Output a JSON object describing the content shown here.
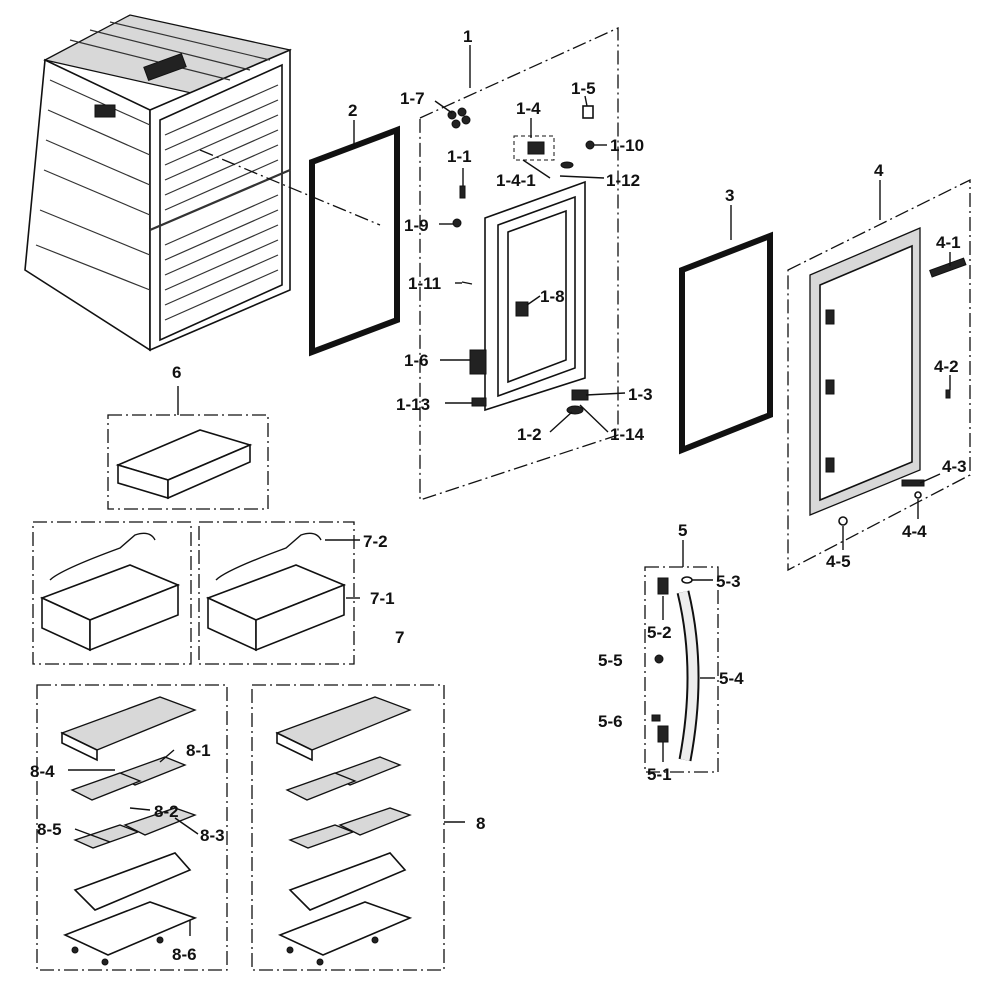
{
  "labels": {
    "l1": "1",
    "l1_7": "1-7",
    "l1_4": "1-4",
    "l1_5": "1-5",
    "l1_10": "1-10",
    "l1_1": "1-1",
    "l1_4_1": "1-4-1",
    "l1_12": "1-12",
    "l1_9": "1-9",
    "l1_11": "1-11",
    "l1_8": "1-8",
    "l1_6": "1-6",
    "l1_3": "1-3",
    "l1_13": "1-13",
    "l1_2": "1-2",
    "l1_14": "1-14",
    "l2": "2",
    "l3": "3",
    "l4": "4",
    "l4_1": "4-1",
    "l4_2": "4-2",
    "l4_3": "4-3",
    "l4_4": "4-4",
    "l4_5": "4-5",
    "l5": "5",
    "l5_3": "5-3",
    "l5_2": "5-2",
    "l5_5": "5-5",
    "l5_4": "5-4",
    "l5_6": "5-6",
    "l5_1": "5-1",
    "l6": "6",
    "l7_2": "7-2",
    "l7_1": "7-1",
    "l7": "7",
    "l8": "8",
    "l8_1": "8-1",
    "l8_4": "8-4",
    "l8_2": "8-2",
    "l8_5": "8-5",
    "l8_3": "8-3",
    "l8_6": "8-6"
  }
}
